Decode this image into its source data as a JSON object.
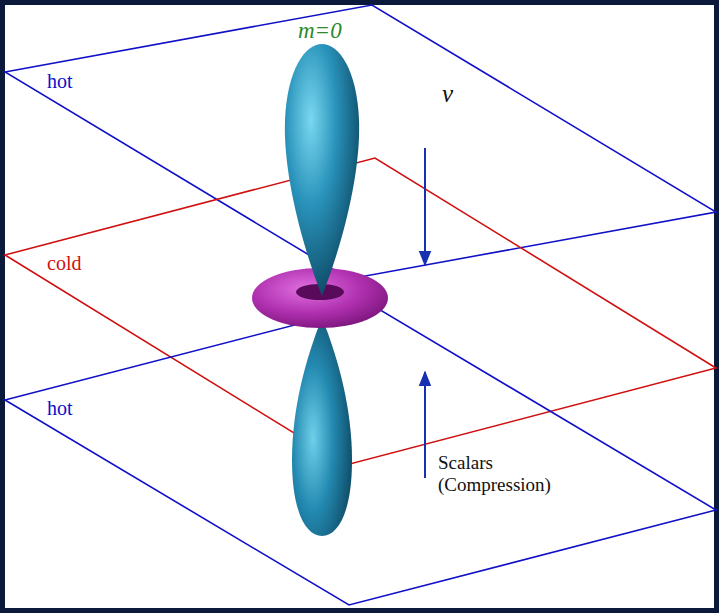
{
  "diagram": {
    "nodes": [
      {
        "text": [
          "hot"
        ]
      },
      {
        "text": [
          "cold"
        ]
      },
      {
        "text": [
          "hot"
        ]
      }
    ],
    "labels": [
      "m=0",
      "v",
      "Scalars (Compression)"
    ]
  }
}
